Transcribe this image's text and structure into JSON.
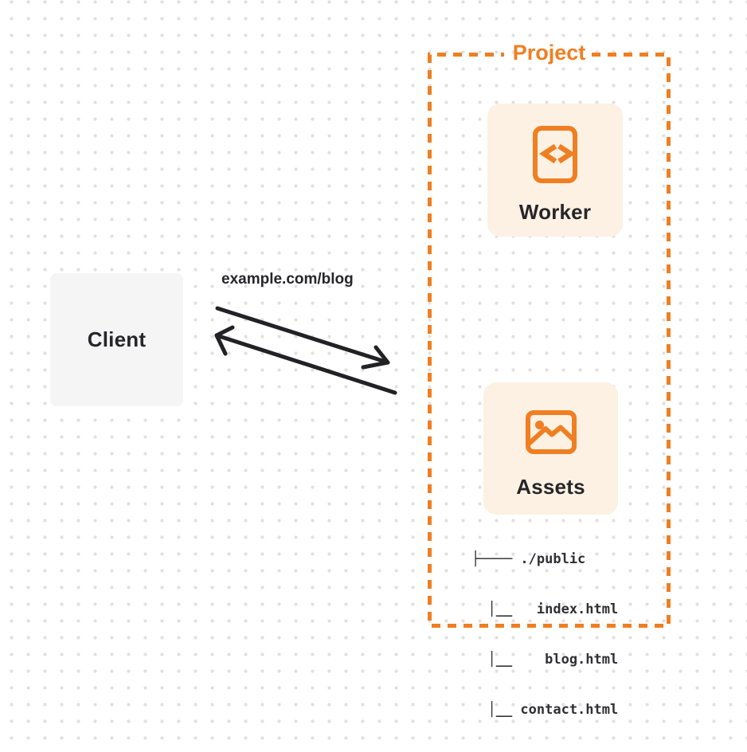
{
  "colors": {
    "accent": "#EF7F22",
    "card_bg": "#FCF1E3",
    "client_bg": "#F5F5F6",
    "ink": "#26262A",
    "tree_ink": "#303034",
    "arrow": "#222226",
    "dot": "#E0E0E3"
  },
  "client": {
    "label": "Client"
  },
  "request": {
    "label": "example.com/blog"
  },
  "project": {
    "title": "Project",
    "worker": {
      "label": "Worker",
      "icon": "code-document-icon"
    },
    "assets": {
      "label": "Assets",
      "icon": "image-picture-icon"
    },
    "file_tree": {
      "lines": [
        "├──── ./public",
        "  │__   index.html",
        "  │__    blog.html",
        "  │__ contact.html"
      ]
    }
  }
}
